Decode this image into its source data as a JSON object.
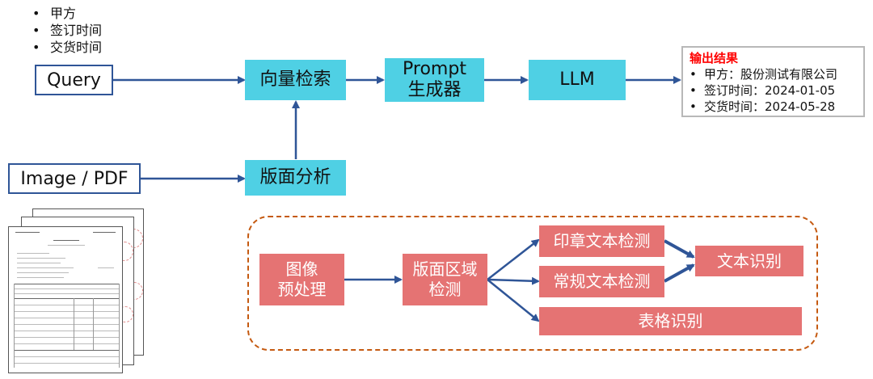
{
  "input_fields": {
    "heading_bullets": [
      "甲方",
      "签订时间",
      "交货时间"
    ]
  },
  "nodes": {
    "query": "Query",
    "image_pdf": "Image / PDF",
    "vector_search": "向量检索",
    "prompt_gen_line1": "Prompt",
    "prompt_gen_line2": "生成器",
    "llm": "LLM",
    "layout_analysis": "版面分析"
  },
  "output": {
    "title": "输出结果",
    "items": [
      "甲方：股份测试有限公司",
      "签订时间：2024-01-05",
      "交货时间：2024-05-28"
    ]
  },
  "layout_pipeline": {
    "preprocess_line1": "图像",
    "preprocess_line2": "预处理",
    "region_detect_line1": "版面区域",
    "region_detect_line2": "检测",
    "seal_text_detect": "印章文本检测",
    "normal_text_detect": "常规文本检测",
    "text_recognition": "文本识别",
    "table_recognition": "表格识别"
  },
  "colors": {
    "cyan_box": "#4fd0e4",
    "red_box": "#e57373",
    "arrow": "#2f5597",
    "dashed_border": "#c55a11",
    "output_title": "#ff0000"
  }
}
